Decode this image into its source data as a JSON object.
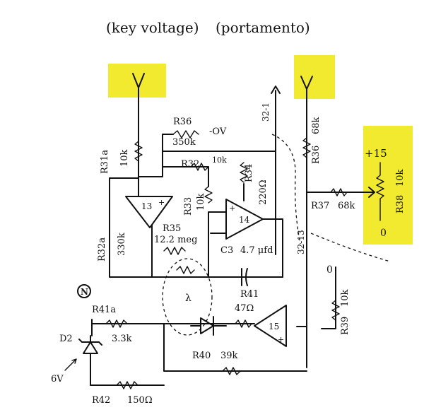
{
  "colors": {
    "highlight": "#f2ea2f",
    "ink": "#111111",
    "paper": "#ffffff"
  },
  "headings": {
    "left": "(key voltage)",
    "right": "(portamento)"
  },
  "inputs": {
    "left_symbol": "Y",
    "right_symbol": "Y"
  },
  "bus_label": "32-1",
  "bus_label_lower": "32-13",
  "amplifiers": {
    "a13": "13",
    "a14": "14",
    "a15": "15",
    "plus": "+"
  },
  "components": {
    "r36_name": "R36",
    "r36_value": "68k",
    "r36_ov": "-OV",
    "r36_value_b": "350k",
    "r31a_name": "R31a",
    "r31a_value": "10k",
    "r32_name": "R32",
    "r32_value": "10k",
    "r34_name": "R34",
    "r34_value": "220Ω",
    "r36b_name": "R36",
    "r36b_value": "68k",
    "r33_name": "R33",
    "r33_value": "10k",
    "r35_name": "R35",
    "r35_value": "12.2 meg",
    "r32a_name": "R32a",
    "r32a_value": "330k",
    "c3_name": "C3",
    "c3_value": "4.7 μfd",
    "r37_name": "R37",
    "r37_value": "68k",
    "r38_name": "R38",
    "r38_value": "10k",
    "plus15": "+15",
    "zero_top": "0",
    "zero_right": "0",
    "r41_name": "R41",
    "r41_value": "47Ω",
    "r41a_name": "R41a",
    "r41a_value": "3.3k",
    "r39_name": "R39",
    "r39_value": "10k",
    "d2_name": "D2",
    "r40_name": "R40",
    "r40_value": "39k",
    "r42_name": "R42",
    "r42_value": "150Ω",
    "six_v": "6V",
    "node_n": "N",
    "lambda": "λ"
  }
}
